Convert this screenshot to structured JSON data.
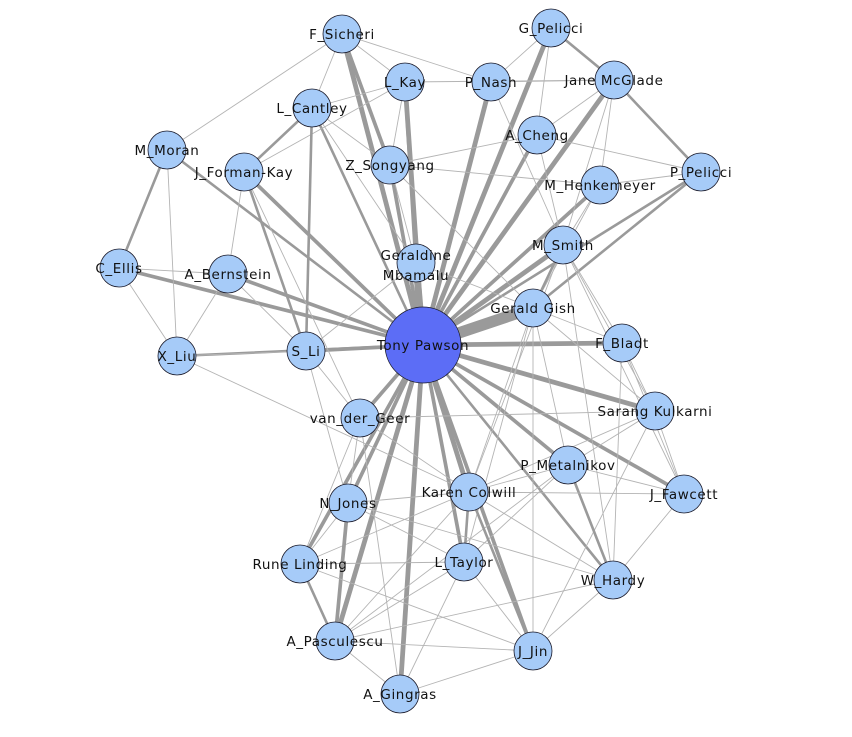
{
  "colors": {
    "hub": "#5c6df6",
    "node": "#a6cbf8",
    "edge": "#9a9a9a",
    "node_stroke": "#1a1a2a"
  },
  "nodes": [
    {
      "id": "tony",
      "label": "Tony Pawson",
      "hub": true
    },
    {
      "id": "fsicheri",
      "label": "F_Sicheri"
    },
    {
      "id": "gpelicci",
      "label": "G_Pelicci"
    },
    {
      "id": "lkay",
      "label": "L_Kay"
    },
    {
      "id": "pnash",
      "label": "P_Nash"
    },
    {
      "id": "jane",
      "label": "Jane McGlade"
    },
    {
      "id": "lcantley",
      "label": "L_Cantley"
    },
    {
      "id": "mmoran",
      "label": "M_Moran"
    },
    {
      "id": "acheng",
      "label": "A_Cheng"
    },
    {
      "id": "jformankay",
      "label": "J_Forman-Kay"
    },
    {
      "id": "zsongyang",
      "label": "Z_Songyang"
    },
    {
      "id": "ppelicci",
      "label": "P_Pelicci"
    },
    {
      "id": "mhenkemeyer",
      "label": "M_Henkemeyer"
    },
    {
      "id": "geraldine",
      "label": "Geraldine",
      "label2": "Mbamalu"
    },
    {
      "id": "msmith",
      "label": "M_Smith"
    },
    {
      "id": "cellis",
      "label": "C_Ellis"
    },
    {
      "id": "abernstein",
      "label": "A_Bernstein"
    },
    {
      "id": "gerald",
      "label": "Gerald Gish"
    },
    {
      "id": "fbladt",
      "label": "F_Bladt"
    },
    {
      "id": "sli",
      "label": "S_Li"
    },
    {
      "id": "xliu",
      "label": "X_Liu"
    },
    {
      "id": "vandergeer",
      "label": "van_der_Geer"
    },
    {
      "id": "sarang",
      "label": "Sarang Kulkarni"
    },
    {
      "id": "pmetalnikov",
      "label": "P_Metalnikov"
    },
    {
      "id": "jfawcett",
      "label": "J_Fawcett"
    },
    {
      "id": "karen",
      "label": "Karen Colwill"
    },
    {
      "id": "njones",
      "label": "N_Jones"
    },
    {
      "id": "rune",
      "label": "Rune Linding"
    },
    {
      "id": "ltaylor",
      "label": "L_Taylor"
    },
    {
      "id": "whardy",
      "label": "W_Hardy"
    },
    {
      "id": "apasculescu",
      "label": "A_Pasculescu"
    },
    {
      "id": "jjin",
      "label": "J_Jin"
    },
    {
      "id": "agingras",
      "label": "A_Gingras"
    }
  ],
  "edges": [
    [
      "tony",
      "gerald",
      10
    ],
    [
      "tony",
      "geraldine",
      6
    ],
    [
      "tony",
      "lkay",
      4
    ],
    [
      "tony",
      "pnash",
      4
    ],
    [
      "tony",
      "gpelicci",
      4
    ],
    [
      "tony",
      "jane",
      4
    ],
    [
      "tony",
      "acheng",
      3
    ],
    [
      "tony",
      "msmith",
      4
    ],
    [
      "tony",
      "mhenkemeyer",
      3
    ],
    [
      "tony",
      "fbladt",
      4
    ],
    [
      "tony",
      "sarang",
      4
    ],
    [
      "tony",
      "jfawcett",
      3
    ],
    [
      "tony",
      "pmetalnikov",
      3
    ],
    [
      "tony",
      "karen",
      4
    ],
    [
      "tony",
      "ltaylor",
      3
    ],
    [
      "tony",
      "jjin",
      3
    ],
    [
      "tony",
      "whardy",
      2
    ],
    [
      "tony",
      "agingras",
      4
    ],
    [
      "tony",
      "apasculescu",
      4
    ],
    [
      "tony",
      "rune",
      3
    ],
    [
      "tony",
      "njones",
      3
    ],
    [
      "tony",
      "vandergeer",
      3
    ],
    [
      "tony",
      "sli",
      3
    ],
    [
      "tony",
      "xliu",
      2
    ],
    [
      "tony",
      "cellis",
      3
    ],
    [
      "tony",
      "abernstein",
      3
    ],
    [
      "tony",
      "jformankay",
      3
    ],
    [
      "tony",
      "lcantley",
      2
    ],
    [
      "tony",
      "fsicheri",
      4
    ],
    [
      "tony",
      "zsongyang",
      3
    ],
    [
      "tony",
      "mmoran",
      2
    ],
    [
      "tony",
      "ppelicci",
      2
    ],
    [
      "fsicheri",
      "lkay",
      1
    ],
    [
      "fsicheri",
      "lcantley",
      1
    ],
    [
      "fsicheri",
      "mmoran",
      1
    ],
    [
      "fsicheri",
      "pnash",
      1
    ],
    [
      "fsicheri",
      "zsongyang",
      3
    ],
    [
      "lcantley",
      "jformankay",
      2
    ],
    [
      "lkay",
      "jformankay",
      1
    ],
    [
      "lkay",
      "lcantley",
      1
    ],
    [
      "lkay",
      "zsongyang",
      1
    ],
    [
      "lkay",
      "geraldine",
      3
    ],
    [
      "lcantley",
      "sli",
      2
    ],
    [
      "lcantley",
      "zsongyang",
      1
    ],
    [
      "lcantley",
      "geraldine",
      1
    ],
    [
      "mmoran",
      "cellis",
      2
    ],
    [
      "mmoran",
      "xliu",
      1
    ],
    [
      "cellis",
      "xliu",
      1
    ],
    [
      "cellis",
      "abernstein",
      1
    ],
    [
      "abernstein",
      "xliu",
      1
    ],
    [
      "abernstein",
      "sli",
      1
    ],
    [
      "abernstein",
      "jformankay",
      1
    ],
    [
      "jformankay",
      "sli",
      2
    ],
    [
      "jformankay",
      "vandergeer",
      1
    ],
    [
      "xliu",
      "sli",
      1
    ],
    [
      "xliu",
      "karen",
      1
    ],
    [
      "sli",
      "vandergeer",
      1
    ],
    [
      "sli",
      "njones",
      1
    ],
    [
      "sli",
      "geraldine",
      1
    ],
    [
      "gpelicci",
      "jane",
      2
    ],
    [
      "gpelicci",
      "acheng",
      1
    ],
    [
      "gpelicci",
      "pnash",
      1
    ],
    [
      "jane",
      "ppelicci",
      2
    ],
    [
      "jane",
      "acheng",
      1
    ],
    [
      "jane",
      "mhenkemeyer",
      1
    ],
    [
      "jane",
      "pnash",
      1
    ],
    [
      "jane",
      "msmith",
      1
    ],
    [
      "jane",
      "lkay",
      1
    ],
    [
      "acheng",
      "msmith",
      1
    ],
    [
      "acheng",
      "zsongyang",
      1
    ],
    [
      "ppelicci",
      "mhenkemeyer",
      1
    ],
    [
      "ppelicci",
      "gerald",
      2
    ],
    [
      "ppelicci",
      "acheng",
      1
    ],
    [
      "mhenkemeyer",
      "msmith",
      1
    ],
    [
      "mhenkemeyer",
      "gerald",
      1
    ],
    [
      "mhenkemeyer",
      "zsongyang",
      1
    ],
    [
      "msmith",
      "gerald",
      2
    ],
    [
      "msmith",
      "fbladt",
      1
    ],
    [
      "msmith",
      "sarang",
      1
    ],
    [
      "msmith",
      "jfawcett",
      1
    ],
    [
      "msmith",
      "whardy",
      1
    ],
    [
      "msmith",
      "karen",
      1
    ],
    [
      "msmith",
      "pnash",
      1
    ],
    [
      "gerald",
      "karen",
      1
    ],
    [
      "gerald",
      "fbladt",
      1
    ],
    [
      "gerald",
      "sarang",
      1
    ],
    [
      "gerald",
      "pmetalnikov",
      1
    ],
    [
      "gerald",
      "ltaylor",
      1
    ],
    [
      "gerald",
      "jjin",
      1
    ],
    [
      "gerald",
      "geraldine",
      1
    ],
    [
      "gerald",
      "zsongyang",
      1
    ],
    [
      "fbladt",
      "sarang",
      1
    ],
    [
      "fbladt",
      "jfawcett",
      1
    ],
    [
      "fbladt",
      "whardy",
      1
    ],
    [
      "sarang",
      "jfawcett",
      1
    ],
    [
      "sarang",
      "pmetalnikov",
      1
    ],
    [
      "sarang",
      "karen",
      1
    ],
    [
      "sarang",
      "jjin",
      1
    ],
    [
      "sarang",
      "vandergeer",
      1
    ],
    [
      "pmetalnikov",
      "whardy",
      2
    ],
    [
      "pmetalnikov",
      "jfawcett",
      1
    ],
    [
      "pmetalnikov",
      "karen",
      1
    ],
    [
      "pmetalnikov",
      "ltaylor",
      1
    ],
    [
      "pmetalnikov",
      "apasculescu",
      1
    ],
    [
      "jfawcett",
      "whardy",
      1
    ],
    [
      "jfawcett",
      "karen",
      1
    ],
    [
      "karen",
      "ltaylor",
      2
    ],
    [
      "karen",
      "jjin",
      2
    ],
    [
      "karen",
      "njones",
      1
    ],
    [
      "karen",
      "whardy",
      1
    ],
    [
      "karen",
      "apasculescu",
      1
    ],
    [
      "karen",
      "rune",
      1
    ],
    [
      "njones",
      "apasculescu",
      3
    ],
    [
      "njones",
      "rune",
      1
    ],
    [
      "njones",
      "ltaylor",
      1
    ],
    [
      "njones",
      "whardy",
      1
    ],
    [
      "rune",
      "apasculescu",
      2
    ],
    [
      "rune",
      "vandergeer",
      1
    ],
    [
      "rune",
      "ltaylor",
      1
    ],
    [
      "rune",
      "jjin",
      1
    ],
    [
      "ltaylor",
      "jjin",
      1
    ],
    [
      "ltaylor",
      "agingras",
      1
    ],
    [
      "ltaylor",
      "apasculescu",
      1
    ],
    [
      "whardy",
      "jjin",
      1
    ],
    [
      "whardy",
      "apasculescu",
      1
    ],
    [
      "apasculescu",
      "agingras",
      1
    ],
    [
      "apasculescu",
      "jjin",
      1
    ],
    [
      "agingras",
      "jjin",
      1
    ],
    [
      "agingras",
      "vandergeer",
      1
    ],
    [
      "vandergeer",
      "njones",
      1
    ],
    [
      "vandergeer",
      "karen",
      1
    ],
    [
      "geraldine",
      "zsongyang",
      1
    ]
  ]
}
